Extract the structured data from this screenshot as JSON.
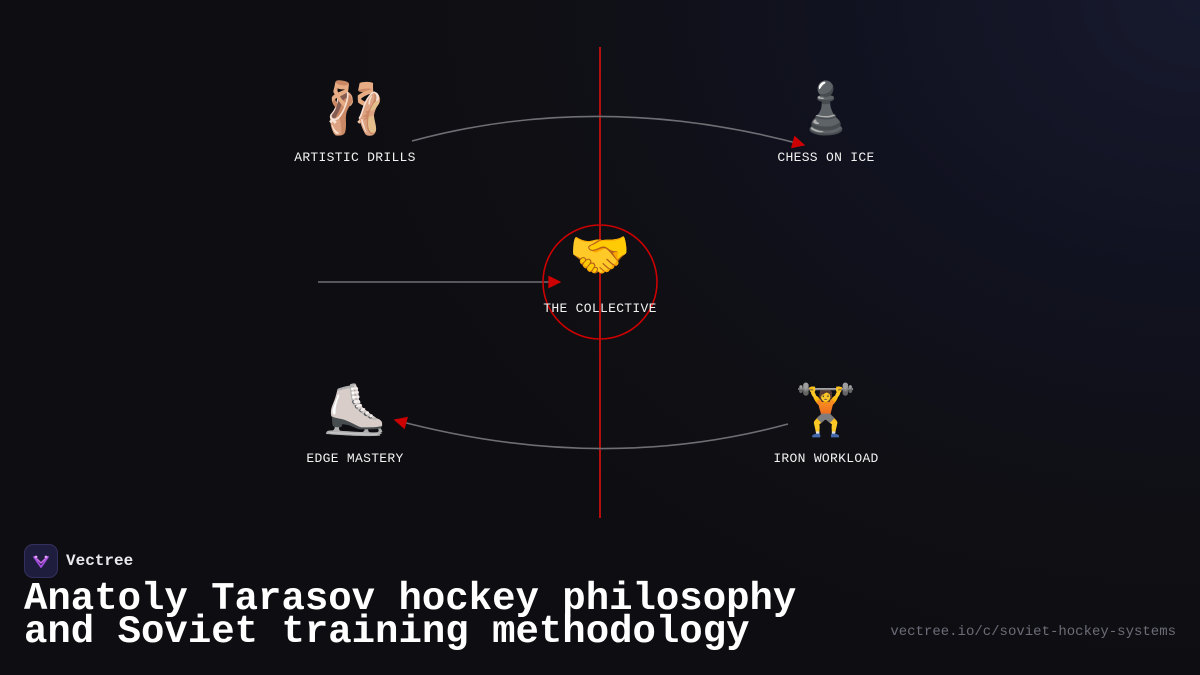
{
  "diagram": {
    "center": {
      "icon": "🤝",
      "icon_name": "handshake-icon",
      "label": "THE COLLECTIVE"
    },
    "nodes": [
      {
        "id": "artistic",
        "icon": "🩰",
        "icon_name": "ballet-shoes-icon",
        "label": "ARTISTIC DRILLS"
      },
      {
        "id": "chess",
        "icon": "♟️",
        "icon_name": "chess-pawn-icon",
        "label": "CHESS ON ICE"
      },
      {
        "id": "edge",
        "icon": "⛸️",
        "icon_name": "ice-skate-icon",
        "label": "EDGE MASTERY"
      },
      {
        "id": "iron",
        "icon": "🏋️",
        "icon_name": "weightlifter-icon",
        "label": "IRON WORKLOAD"
      }
    ],
    "connections": [
      {
        "from": "artistic",
        "to": "chess"
      },
      {
        "from": "iron",
        "to": "edge"
      },
      {
        "from": "left",
        "to": "center"
      }
    ],
    "colors": {
      "accent": "#cc0000",
      "connector": "#6e6e74",
      "text": "#f2f2f2"
    }
  },
  "footer": {
    "brand_name": "Vectree",
    "brand_icon": "vectree-logo-icon",
    "title": "Anatoly Tarasov hockey philosophy and Soviet training methodology",
    "url": "vectree.io/c/soviet-hockey-systems"
  }
}
